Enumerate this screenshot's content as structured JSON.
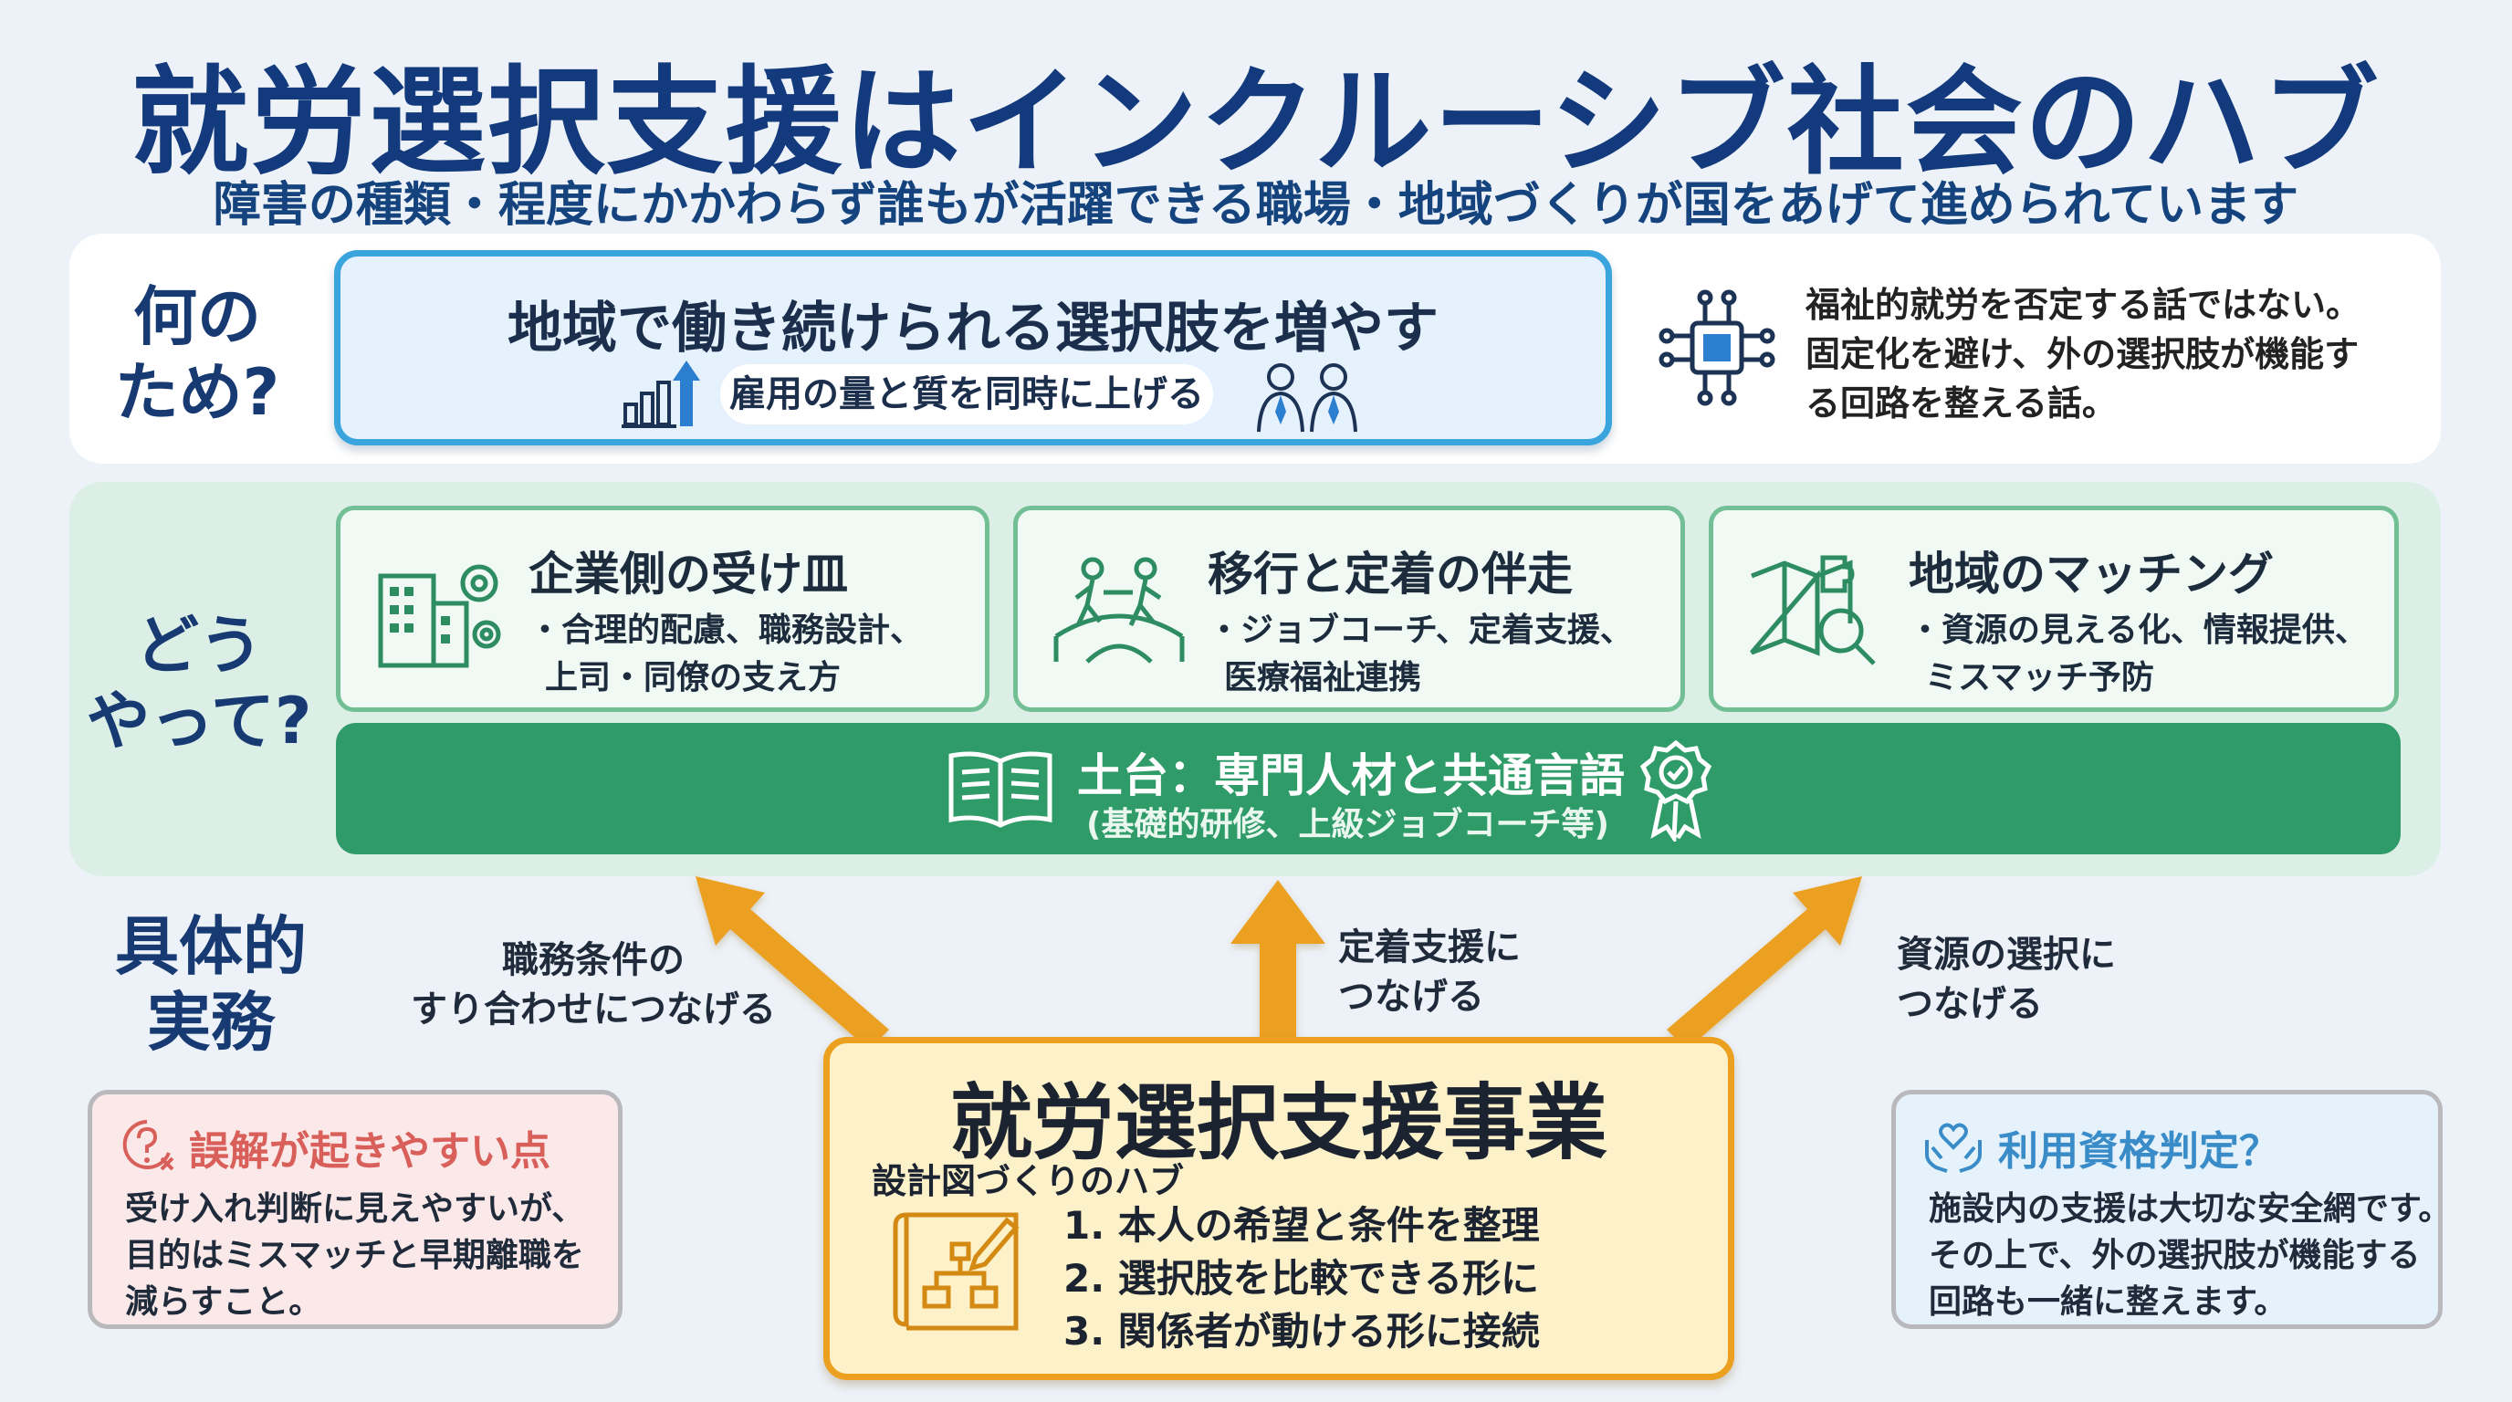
{
  "header": {
    "title": "就労選択支援はインクルーシブ社会のハブ",
    "subtitle": "障害の種類・程度にかかわらず誰もが活躍できる職場・地域づくりが国をあげて進められています"
  },
  "purpose": {
    "label_line1": "何の",
    "label_line2": "ため?",
    "main_title": "地域で働き続けられる選択肢を増やす",
    "pill": "雇用の量と質を同時に上げる",
    "note_line1": "福祉的就労を否定する話ではない。",
    "note_line2": "固定化を避け、外の選択肢が機能す",
    "note_line3": "る回路を整える話。"
  },
  "how": {
    "label_line1": "どう",
    "label_line2": "やって?",
    "cards": [
      {
        "title": "企業側の受け皿",
        "line1": "・合理的配慮、職務設計、",
        "line2": "上司・同僚の支え方",
        "icon": "building-gear-icon"
      },
      {
        "title": "移行と定着の伴走",
        "line1": "・ジョブコーチ、定着支援、",
        "line2": "医療福祉連携",
        "icon": "people-bridge-icon"
      },
      {
        "title": "地域のマッチング",
        "line1": "・資源の見える化、情報提供、",
        "line2": "ミスマッチ予防",
        "icon": "map-puzzle-icon"
      }
    ],
    "base_title": "土台：専門人材と共通言語",
    "base_sub": "(基礎的研修、上級ジョブコーチ等)"
  },
  "practice": {
    "label_line1": "具体的",
    "label_line2": "実務",
    "arrow_left_line1": "職務条件の",
    "arrow_left_line2": "すり合わせにつなげる",
    "arrow_center_line1": "定着支援に",
    "arrow_center_line2": "つなげる",
    "arrow_right_line1": "資源の選択に",
    "arrow_right_line2": "つなげる"
  },
  "hub": {
    "title": "就労選択支援事業",
    "subtitle": "設計図づくりのハブ",
    "items": [
      "1. 本人の希望と条件を整理",
      "2. 選択肢を比較できる形に",
      "3. 関係者が動ける形に接続"
    ]
  },
  "misunderstanding": {
    "heading": "誤解が起きやすい点",
    "line1": "受け入れ判断に見えやすいが、",
    "line2": "目的はミスマッチと早期離職を",
    "line3": "減らすこと。"
  },
  "eligibility": {
    "heading": "利用資格判定？",
    "line1": "施設内の支援は大切な安全網です。",
    "line2": "その上で、外の選択肢が機能する",
    "line3": "回路も一緒に整えます。"
  },
  "colors": {
    "title": "#133a7c",
    "purpose_border": "#3aa4dc",
    "green_card_border": "#73bf95",
    "base_green": "#2f9b68",
    "arrow_orange": "#eba020",
    "warn_red": "#d9605a",
    "elig_blue": "#3a8cc8"
  }
}
